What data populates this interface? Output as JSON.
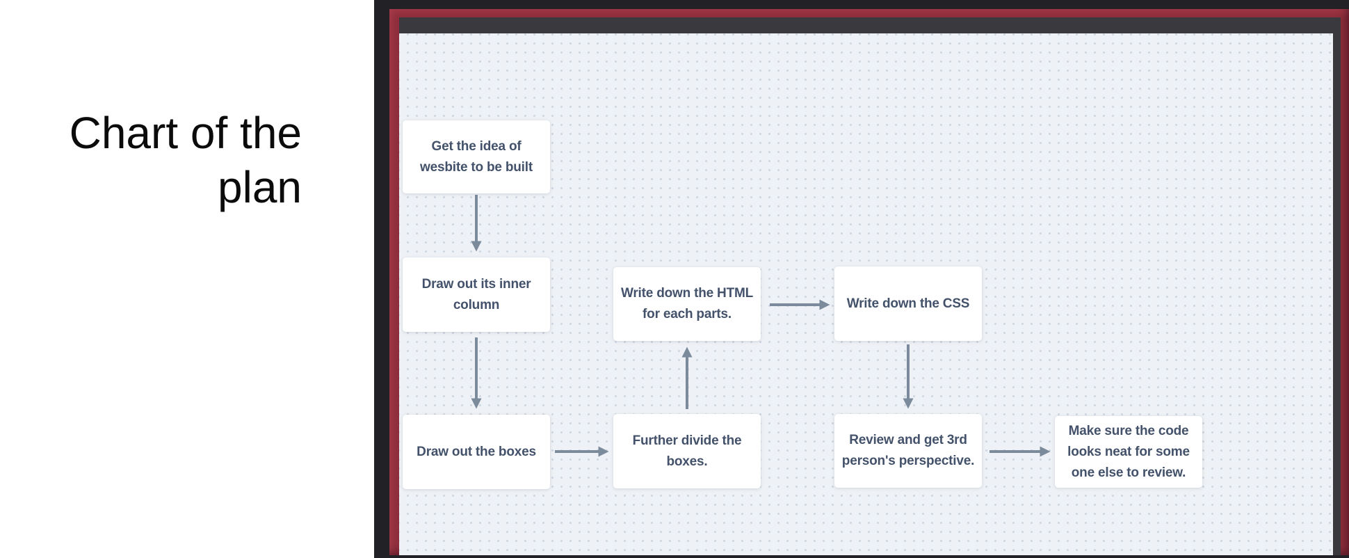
{
  "slide": {
    "title": "Chart of the plan",
    "title_lines": [
      "Chart of the",
      "plan"
    ]
  },
  "flowchart": {
    "nodes": [
      {
        "id": "idea",
        "label": "Get the idea of wesbite to be built",
        "lines": [
          "Get the idea of",
          "wesbite to be built"
        ]
      },
      {
        "id": "inner-column",
        "label": "Draw out its inner column",
        "lines": [
          "Draw out its inner",
          "column"
        ]
      },
      {
        "id": "draw-boxes",
        "label": "Draw out the boxes",
        "lines": [
          "Draw out the boxes"
        ]
      },
      {
        "id": "divide-boxes",
        "label": "Further divide the boxes.",
        "lines": [
          "Further divide the",
          "boxes."
        ]
      },
      {
        "id": "write-html",
        "label": "Write down the HTML for each parts.",
        "lines": [
          "Write down the HTML",
          "for each parts."
        ]
      },
      {
        "id": "write-css",
        "label": "Write down the CSS",
        "lines": [
          "Write down the CSS"
        ]
      },
      {
        "id": "review",
        "label": "Review and get 3rd person's perspective.",
        "lines": [
          "Review and get 3rd",
          "person's perspective."
        ]
      },
      {
        "id": "code-neat",
        "label": "Make sure the code looks neat for some one else to review.",
        "lines": [
          "Make sure the code",
          "looks neat for some",
          "one else to review."
        ]
      }
    ],
    "edges": [
      {
        "from": "idea",
        "to": "inner-column",
        "direction": "down"
      },
      {
        "from": "inner-column",
        "to": "draw-boxes",
        "direction": "down"
      },
      {
        "from": "draw-boxes",
        "to": "divide-boxes",
        "direction": "right"
      },
      {
        "from": "divide-boxes",
        "to": "write-html",
        "direction": "up"
      },
      {
        "from": "write-html",
        "to": "write-css",
        "direction": "right"
      },
      {
        "from": "write-css",
        "to": "review",
        "direction": "down"
      },
      {
        "from": "review",
        "to": "code-neat",
        "direction": "right"
      }
    ]
  },
  "colors": {
    "slide_background": "#ffffff",
    "title_text": "#0b0b0b",
    "frame_outer_black": "#222126",
    "frame_red": "#8d2d3b",
    "frame_inner_dark": "#3a393d",
    "canvas_background": "#eef1f5",
    "canvas_dots": "#d9e0e7",
    "node_background": "#ffffff",
    "node_text": "#43526a",
    "arrow": "#7b8b9c"
  }
}
